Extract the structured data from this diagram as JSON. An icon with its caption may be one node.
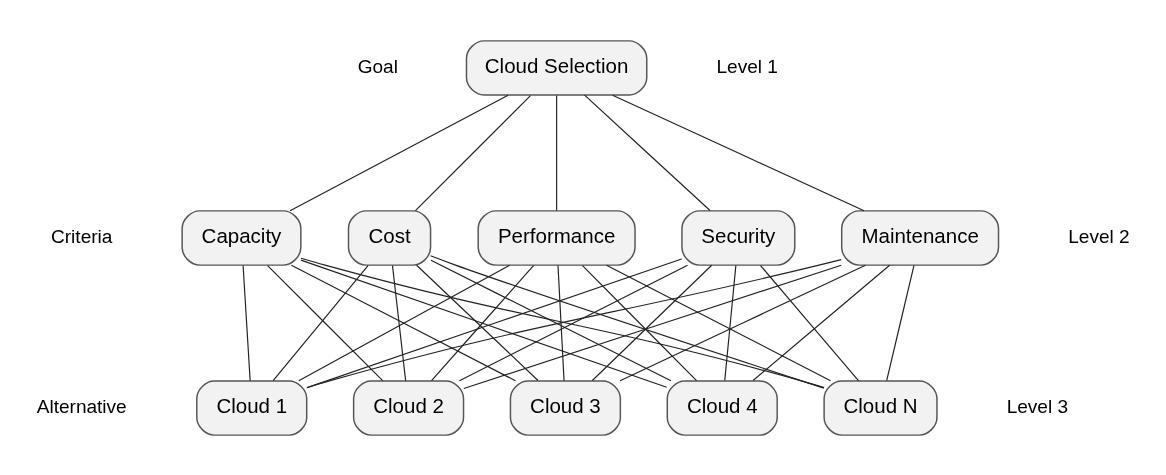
{
  "diagram": {
    "nodes": [
      {
        "text": [
          "Cloud Selection"
        ]
      },
      {
        "text": [
          "Capacity"
        ]
      },
      {
        "text": [
          "Cost"
        ]
      },
      {
        "text": [
          "Performance"
        ]
      },
      {
        "text": [
          "Security"
        ]
      },
      {
        "text": [
          "Maintenance"
        ]
      },
      {
        "text": [
          "Cloud 1"
        ]
      },
      {
        "text": [
          "Cloud 2"
        ]
      },
      {
        "text": [
          "Cloud 3"
        ]
      },
      {
        "text": [
          "Cloud 4"
        ]
      },
      {
        "text": [
          "Cloud N"
        ]
      }
    ],
    "edges": [
      {
        "from": 0,
        "to": 1,
        "arrow": "none"
      },
      {
        "from": 0,
        "to": 2,
        "arrow": "none"
      },
      {
        "from": 0,
        "to": 3,
        "arrow": "none"
      },
      {
        "from": 0,
        "to": 4,
        "arrow": "none"
      },
      {
        "from": 0,
        "to": 5,
        "arrow": "none"
      },
      {
        "from": 1,
        "to": 6,
        "arrow": "none"
      },
      {
        "from": 1,
        "to": 7,
        "arrow": "none"
      },
      {
        "from": 1,
        "to": 8,
        "arrow": "none"
      },
      {
        "from": 1,
        "to": 9,
        "arrow": "none"
      },
      {
        "from": 1,
        "to": 10,
        "arrow": "none"
      },
      {
        "from": 2,
        "to": 6,
        "arrow": "none"
      },
      {
        "from": 2,
        "to": 7,
        "arrow": "none"
      },
      {
        "from": 2,
        "to": 8,
        "arrow": "none"
      },
      {
        "from": 2,
        "to": 9,
        "arrow": "none"
      },
      {
        "from": 2,
        "to": 10,
        "arrow": "none"
      },
      {
        "from": 3,
        "to": 6,
        "arrow": "none"
      },
      {
        "from": 3,
        "to": 7,
        "arrow": "none"
      },
      {
        "from": 3,
        "to": 8,
        "arrow": "none"
      },
      {
        "from": 3,
        "to": 9,
        "arrow": "none"
      },
      {
        "from": 3,
        "to": 10,
        "arrow": "none"
      },
      {
        "from": 4,
        "to": 6,
        "arrow": "none"
      },
      {
        "from": 4,
        "to": 7,
        "arrow": "none"
      },
      {
        "from": 4,
        "to": 8,
        "arrow": "none"
      },
      {
        "from": 4,
        "to": 9,
        "arrow": "none"
      },
      {
        "from": 4,
        "to": 10,
        "arrow": "none"
      },
      {
        "from": 5,
        "to": 6,
        "arrow": "none"
      },
      {
        "from": 5,
        "to": 7,
        "arrow": "none"
      },
      {
        "from": 5,
        "to": 8,
        "arrow": "none"
      },
      {
        "from": 5,
        "to": 9,
        "arrow": "none"
      },
      {
        "from": 5,
        "to": 10,
        "arrow": "none"
      }
    ],
    "labels": [
      "Goal",
      "Level 1",
      "Criteria",
      "Level 2",
      "Alternative",
      "Level 3"
    ]
  }
}
